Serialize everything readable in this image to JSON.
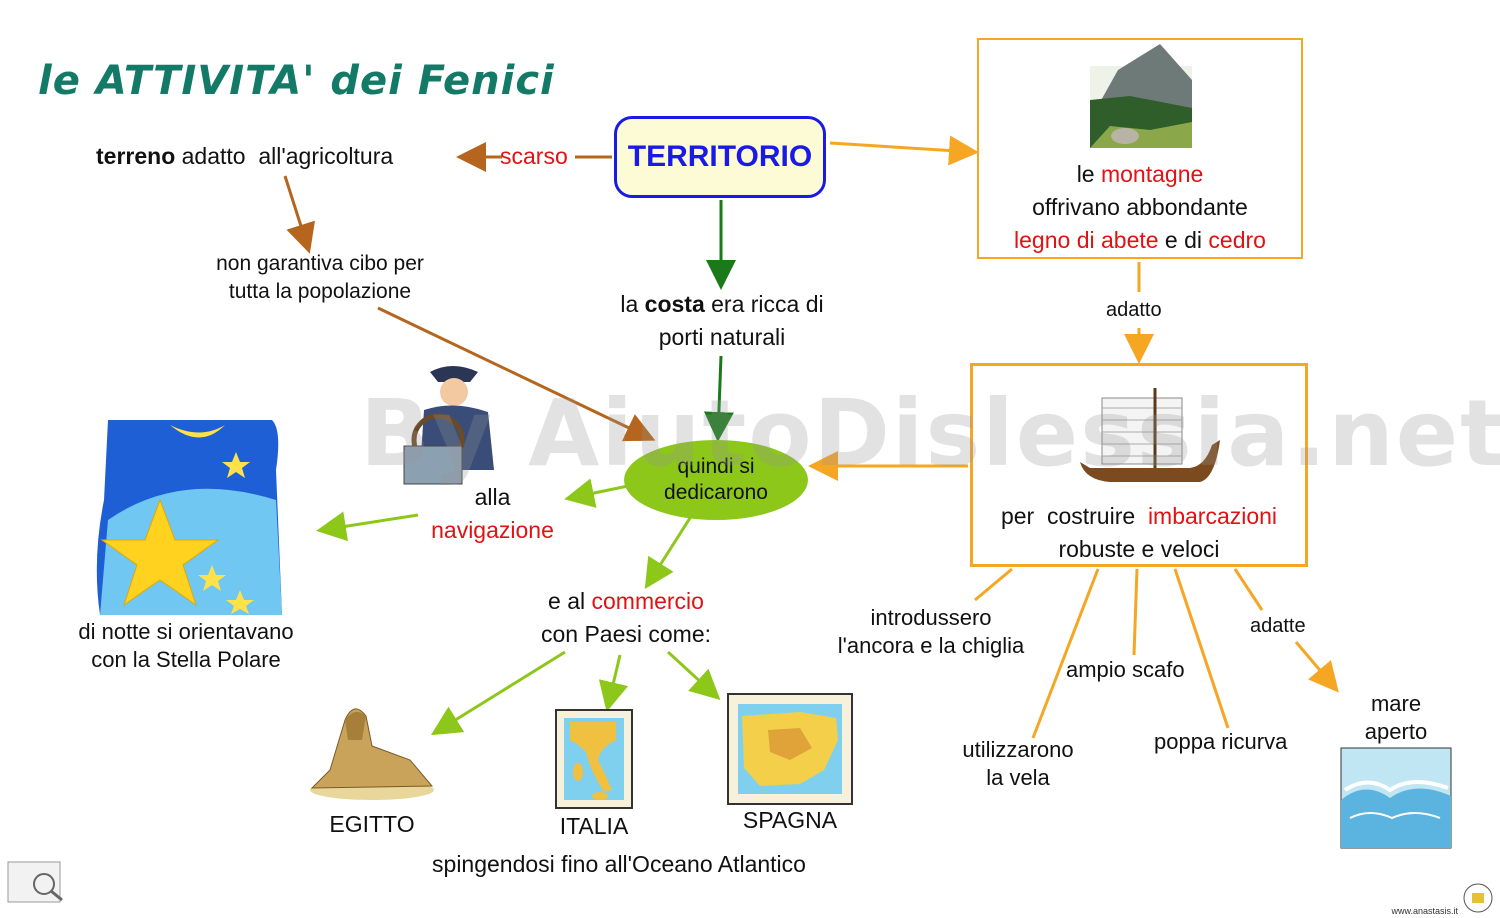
{
  "title": "le ATTIVITA' dei Fenici",
  "center": "TERRITORIO",
  "terreno": {
    "bold": "terreno",
    "rest": " adatto  all'agricoltura"
  },
  "scarso": "scarso",
  "non_garantiva": [
    "non garantiva cibo per",
    "tutta la popolazione"
  ],
  "costa": {
    "pre": "la ",
    "bold": "costa",
    "post": " era ricca di",
    "line2": "porti naturali"
  },
  "montagne": {
    "l1a": "le ",
    "l1b": "montagne",
    "l2": "offrivano  abbondante",
    "l3a": "legno di abete",
    "l3b": " e di ",
    "l3c": "cedro"
  },
  "adatto": "adatto",
  "barca": {
    "l1a": "per  costruire  ",
    "l1b": "imbarcazioni",
    "l2": "robuste  e veloci"
  },
  "dedicarono": [
    "quindi si",
    "dedicarono"
  ],
  "navigazione": {
    "l1": "alla",
    "l2": "navigazione"
  },
  "stella": [
    "di notte si orientavano",
    "con la Stella Polare"
  ],
  "commercio": {
    "l1a": "e al ",
    "l1b": "commercio",
    "l2": "con  Paesi  come:"
  },
  "countries": [
    "EGITTO",
    "ITALIA",
    "SPAGNA"
  ],
  "oceano": "spingendosi  fino  all'Oceano  Atlantico",
  "features": {
    "ancora": [
      "introdussero",
      "l'ancora e la chiglia"
    ],
    "scafo": "ampio scafo",
    "vela": [
      "utilizzarono",
      "la vela"
    ],
    "poppa": "poppa ricurva",
    "adatte": "adatte",
    "mare": [
      "mare",
      "aperto"
    ]
  },
  "watermark": "By AiutoDislessia.net",
  "footer": "www.anastasis.it",
  "colors": {
    "title": "#127a66",
    "center_border": "#1a1ae6",
    "orange": "#f5a623",
    "brown": "#b5651d",
    "green_dark": "#1a7a1a",
    "lime": "#8dc71a",
    "red": "#e01212"
  }
}
